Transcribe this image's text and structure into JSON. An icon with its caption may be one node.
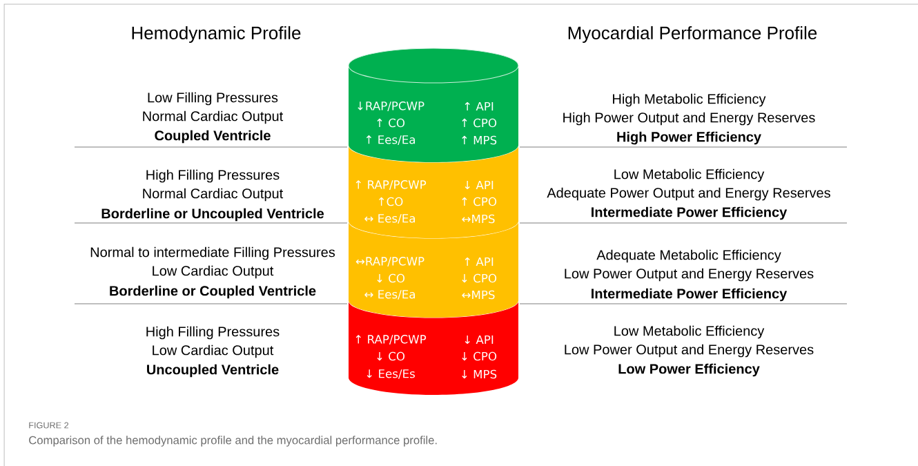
{
  "diagram": {
    "caption": "Comparison of the hemodynamic profile and the myocardial performance profile.",
    "nodes": [
      {
        "text": [
          "↓RAP/PCWP",
          "↑ API",
          "↑ CO",
          "↑ CPO",
          "↑ Ees/Ea",
          "↑ MPS"
        ],
        "beside": [
          "Low Filling Pressures",
          "Normal Cardiac Output",
          "Coupled Ventricle",
          "High Metabolic Efficiency",
          "High Power Output and Energy Reserves",
          "High Power Efficiency"
        ]
      },
      {
        "text": [
          "↑ RAP/PCWP",
          "↓ API",
          "↑CO",
          "↑ CPO",
          "↔ Ees/Ea",
          "↔MPS"
        ],
        "beside": [
          "High Filling Pressures",
          "Normal Cardiac Output",
          "Borderline or Uncoupled Ventricle",
          "Low Metabolic Efficiency",
          "Adequate Power Output and Energy Reserves",
          "Intermediate Power Efficiency"
        ]
      },
      {
        "text": [
          "↔RAP/PCWP",
          "↑ API",
          "↓ CO",
          "↓ CPO",
          "↔ Ees/Ea",
          "↔MPS"
        ],
        "beside": [
          "Normal to intermediate Filling Pressures",
          "Low Cardiac Output",
          "Borderline or Coupled Ventricle",
          "Adequate Metabolic Efficiency",
          "Low Power Output and Energy Reserves",
          "Intermediate Power Efficiency"
        ]
      },
      {
        "text": [
          "↑ RAP/PCWP",
          "↓ API",
          "↓ CO",
          "↓ CPO",
          "↓ Ees/Es",
          "↓ MPS"
        ],
        "beside": [
          "High Filling Pressures",
          "Low Cardiac Output",
          "Uncoupled Ventricle",
          "Low Metabolic Efficiency",
          "Low Power Output and Energy Reserves",
          "Low Power Efficiency"
        ]
      }
    ],
    "labels": [
      "Hemodynamic Profile",
      "Myocardial Performance Profile",
      "FIGURE 2"
    ]
  }
}
